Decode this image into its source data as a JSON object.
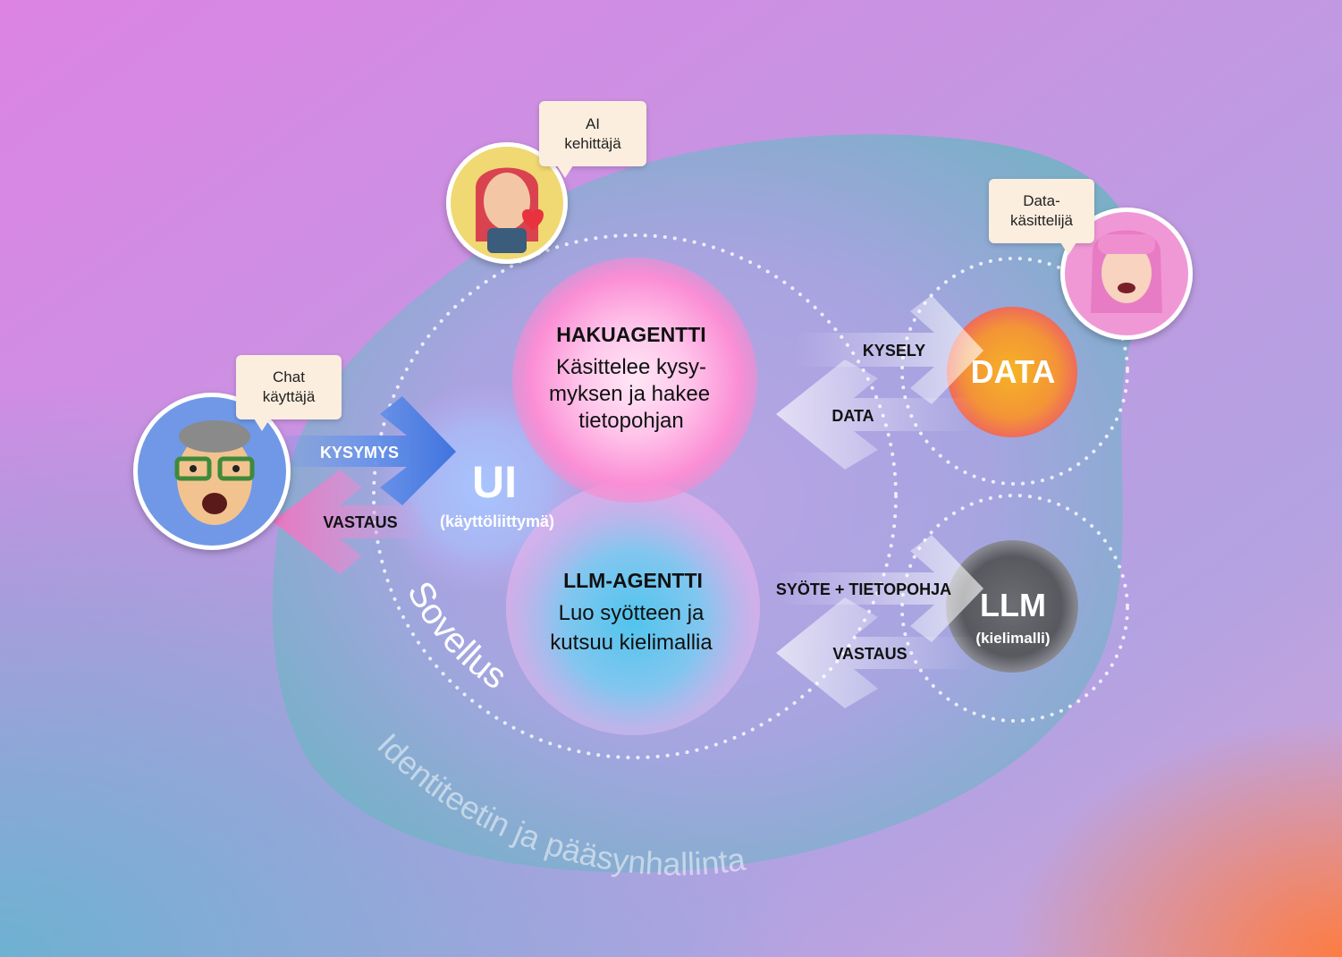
{
  "actors": {
    "chat_user": {
      "line1": "Chat",
      "line2": "käyttäjä"
    },
    "ai_developer": {
      "line1": "AI",
      "line2": "kehittäjä"
    },
    "data_handler": {
      "line1": "Data-",
      "line2": "käsittelijä"
    }
  },
  "ui": {
    "title": "UI",
    "subtitle": "(käyttöliittymä)"
  },
  "search_agent": {
    "title": "HAKUAGENTTI",
    "line1": "Käsittelee kysy-",
    "line2": "myksen ja hakee",
    "line3": "tietopohjan"
  },
  "llm_agent": {
    "title": "LLM-AGENTTI",
    "line1": "Luo syötteen ja",
    "line2": "kutsuu kielimallia"
  },
  "data_node": {
    "title": "DATA"
  },
  "llm_node": {
    "title": "LLM",
    "subtitle": "(kielimalli)"
  },
  "arrows": {
    "question": "KYSYMYS",
    "answer_user": "VASTAUS",
    "query": "KYSELY",
    "data": "DATA",
    "prompt": "SYÖTE + TIETOPOHJA",
    "answer_llm": "VASTAUS"
  },
  "areas": {
    "application": "Sovellus",
    "identity": "Identiteetin ja pääsynhallinta"
  },
  "colors": {
    "background_pink": "#d487e4",
    "background_purple": "#b99ee2",
    "background_blue": "#7fb3d8",
    "blob_teal": "#6fb6c4",
    "ui_blue": "#9cc0f7",
    "search_pink": "#fb8fd8",
    "llm_agent_cyan": "#4ec7ea",
    "data_orange": "#f39a2a",
    "llm_gray": "#5d5f66",
    "question_arrow": "#4e7fe0",
    "answer_arrow": "#e77fc0"
  }
}
